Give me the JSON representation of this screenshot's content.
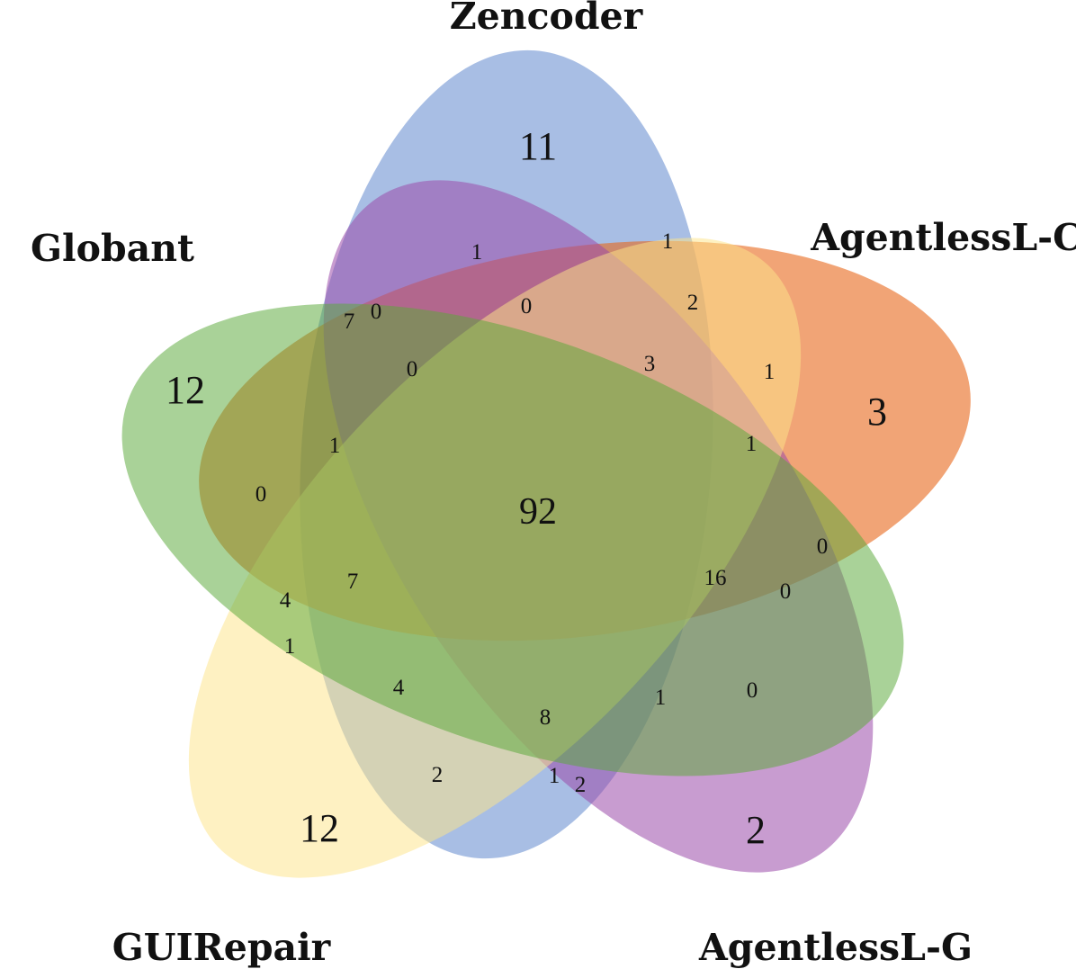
{
  "sets": [
    {
      "id": "zencoder",
      "label": "Zencoder",
      "color": "#4a78c6"
    },
    {
      "id": "agentless-c",
      "label": "AgentlessL-C",
      "color": "#e8671a"
    },
    {
      "id": "agentless-g",
      "label": "AgentlessL-G",
      "color": "#9b4aaa"
    },
    {
      "id": "guirepair",
      "label": "GUIRepair",
      "color": "#fde58a"
    },
    {
      "id": "globant",
      "label": "Globant",
      "color": "#5ba83a"
    }
  ],
  "regions": [
    {
      "id": "only-zencoder",
      "value": "11"
    },
    {
      "id": "only-globant",
      "value": "12"
    },
    {
      "id": "only-agentless-c",
      "value": "3"
    },
    {
      "id": "only-guirepair",
      "value": "12"
    },
    {
      "id": "only-agentless-g",
      "value": "2"
    },
    {
      "id": "all-five",
      "value": "92"
    },
    {
      "id": "r-1a",
      "value": "1"
    },
    {
      "id": "r-1b",
      "value": "1"
    },
    {
      "id": "r-2a",
      "value": "2"
    },
    {
      "id": "r-7a",
      "value": "7"
    },
    {
      "id": "r-0a",
      "value": "0"
    },
    {
      "id": "r-0b",
      "value": "0"
    },
    {
      "id": "r-0c",
      "value": "0"
    },
    {
      "id": "r-3a",
      "value": "3"
    },
    {
      "id": "r-1c",
      "value": "1"
    },
    {
      "id": "r-1d",
      "value": "1"
    },
    {
      "id": "r-1e",
      "value": "1"
    },
    {
      "id": "r-0d",
      "value": "0"
    },
    {
      "id": "r-7b",
      "value": "7"
    },
    {
      "id": "r-4a",
      "value": "4"
    },
    {
      "id": "r-1f",
      "value": "1"
    },
    {
      "id": "r-16",
      "value": "16"
    },
    {
      "id": "r-0e",
      "value": "0"
    },
    {
      "id": "r-0f",
      "value": "0"
    },
    {
      "id": "r-0g",
      "value": "0"
    },
    {
      "id": "r-4b",
      "value": "4"
    },
    {
      "id": "r-8",
      "value": "8"
    },
    {
      "id": "r-1g",
      "value": "1"
    },
    {
      "id": "r-2b",
      "value": "2"
    },
    {
      "id": "r-1h",
      "value": "1"
    },
    {
      "id": "r-2c",
      "value": "2"
    }
  ]
}
